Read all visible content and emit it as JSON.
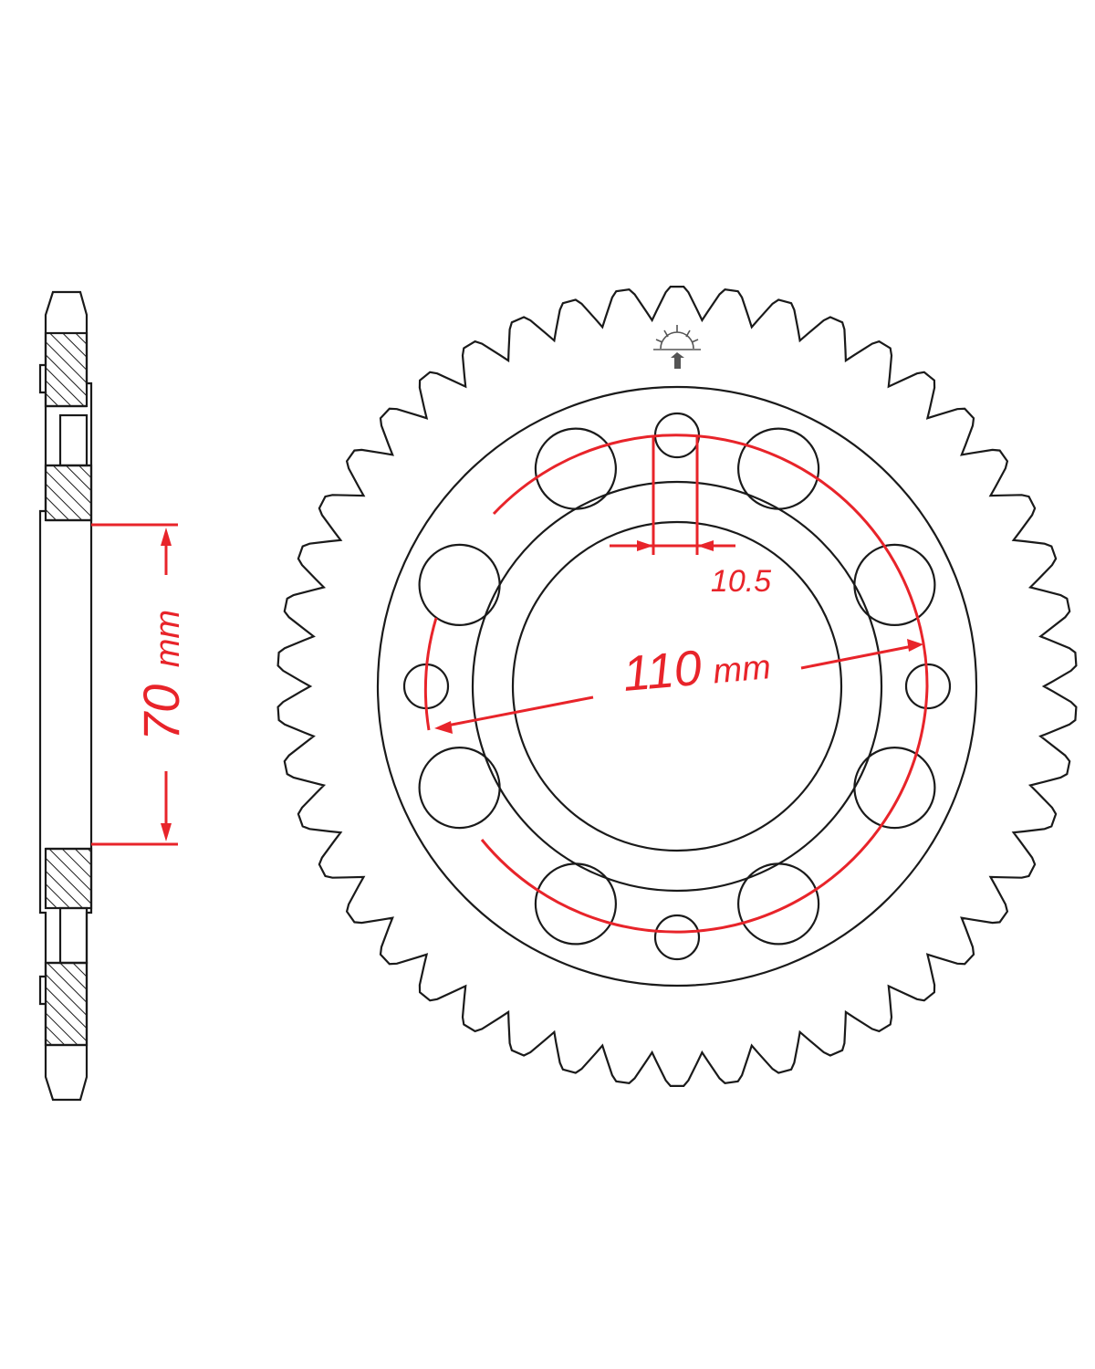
{
  "diagram": {
    "side_view": {
      "bore_dimension": {
        "value": "70",
        "unit": "mm"
      }
    },
    "front_view": {
      "tooth_count": 46,
      "bolt_circle": {
        "value": "110",
        "unit": "mm"
      },
      "bolt_hole_size": {
        "value": "10.5"
      },
      "bolt_holes": 4,
      "lightening_holes": 8
    },
    "colors": {
      "outline": "#1a1a1a",
      "dimension": "#e8242a",
      "background": "#ffffff"
    },
    "icons": [
      "brand-logo-icon"
    ]
  }
}
